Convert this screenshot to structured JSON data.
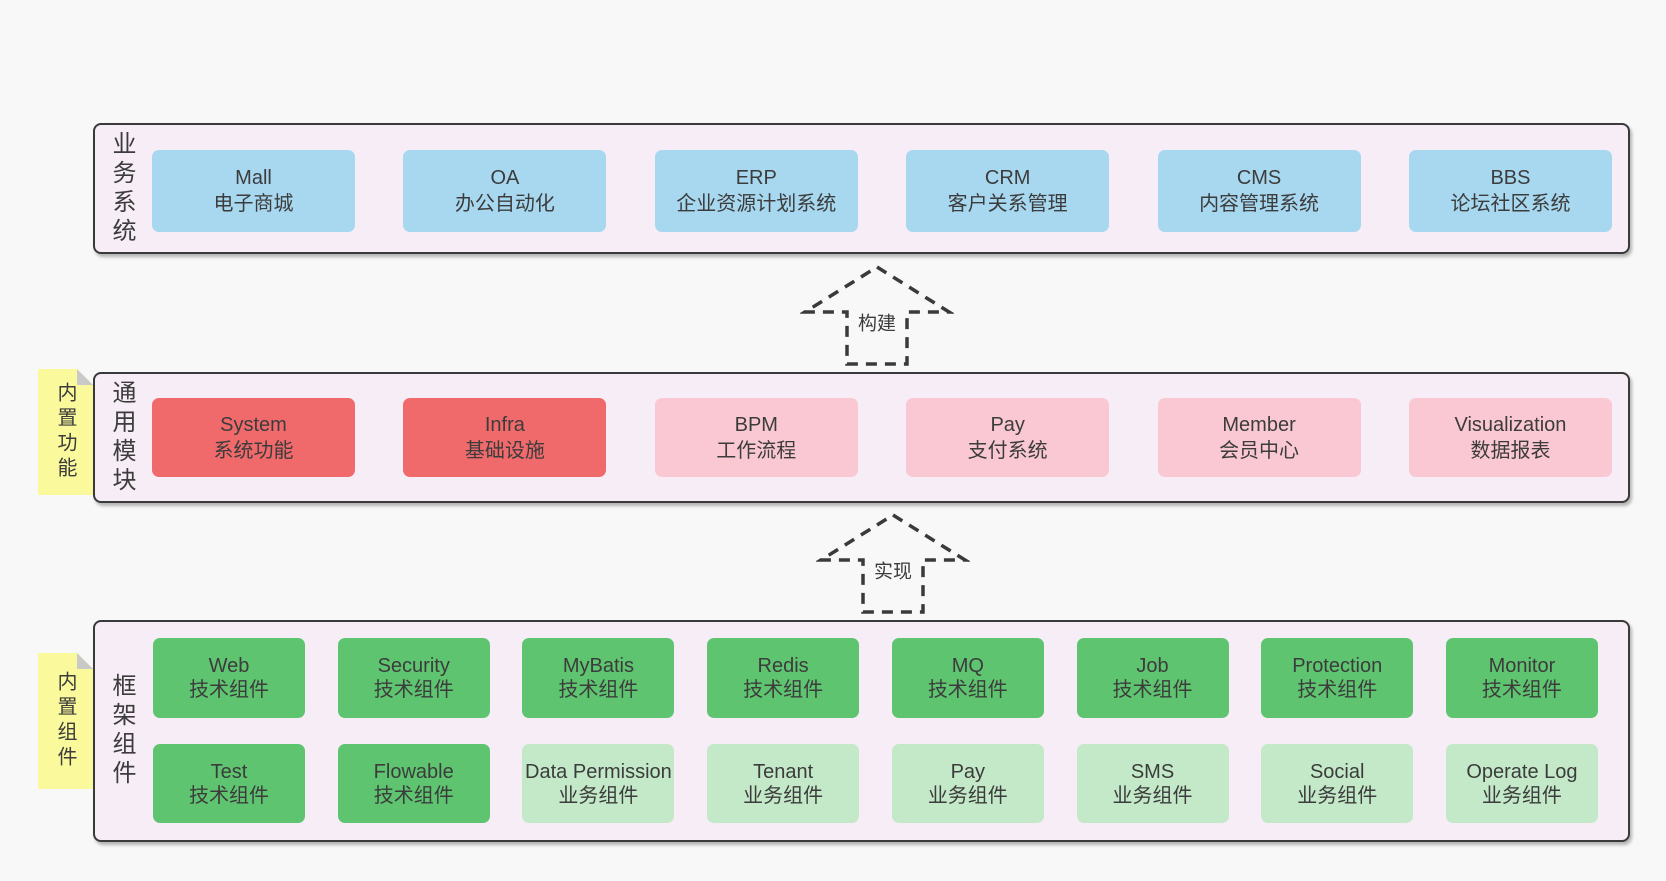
{
  "colors": {
    "page_bg": "#f8f8f8",
    "band_bg": "#f7edf6",
    "band_border": "#3a3a3a",
    "blue": "#a7d8f0",
    "red": "#f0696b",
    "pink": "#f9c8d2",
    "green_dark": "#5ec470",
    "green_light": "#c3e9c8",
    "sticky_yellow": "#fafa9d",
    "fold_gray": "#c9c9c9",
    "text": "#3c3c3c",
    "arrow": "#3a3a3a"
  },
  "arrows": [
    {
      "label": "构建"
    },
    {
      "label": "实现"
    }
  ],
  "stickies": [
    {
      "label": "内置功能"
    },
    {
      "label": "内置组件"
    }
  ],
  "bands": [
    {
      "label": "业务系统",
      "boxes": [
        {
          "title": "Mall",
          "subtitle": "电子商城"
        },
        {
          "title": "OA",
          "subtitle": "办公自动化"
        },
        {
          "title": "ERP",
          "subtitle": "企业资源计划系统"
        },
        {
          "title": "CRM",
          "subtitle": "客户关系管理"
        },
        {
          "title": "CMS",
          "subtitle": "内容管理系统"
        },
        {
          "title": "BBS",
          "subtitle": "论坛社区系统"
        }
      ]
    },
    {
      "label": "通用模块",
      "boxes": [
        {
          "title": "System",
          "subtitle": "系统功能"
        },
        {
          "title": "Infra",
          "subtitle": "基础设施"
        },
        {
          "title": "BPM",
          "subtitle": "工作流程"
        },
        {
          "title": "Pay",
          "subtitle": "支付系统"
        },
        {
          "title": "Member",
          "subtitle": "会员中心"
        },
        {
          "title": "Visualization",
          "subtitle": "数据报表"
        }
      ]
    },
    {
      "label": "框架组件",
      "rows": [
        [
          {
            "title": "Web",
            "subtitle": "技术组件"
          },
          {
            "title": "Security",
            "subtitle": "技术组件"
          },
          {
            "title": "MyBatis",
            "subtitle": "技术组件"
          },
          {
            "title": "Redis",
            "subtitle": "技术组件"
          },
          {
            "title": "MQ",
            "subtitle": "技术组件"
          },
          {
            "title": "Job",
            "subtitle": "技术组件"
          },
          {
            "title": "Protection",
            "subtitle": "技术组件"
          },
          {
            "title": "Monitor",
            "subtitle": "技术组件"
          }
        ],
        [
          {
            "title": "Test",
            "subtitle": "技术组件"
          },
          {
            "title": "Flowable",
            "subtitle": "技术组件"
          },
          {
            "title": "Data Permission",
            "subtitle": "业务组件"
          },
          {
            "title": "Tenant",
            "subtitle": "业务组件"
          },
          {
            "title": "Pay",
            "subtitle": "业务组件"
          },
          {
            "title": "SMS",
            "subtitle": "业务组件"
          },
          {
            "title": "Social",
            "subtitle": "业务组件"
          },
          {
            "title": "Operate Log",
            "subtitle": "业务组件"
          }
        ]
      ]
    }
  ]
}
